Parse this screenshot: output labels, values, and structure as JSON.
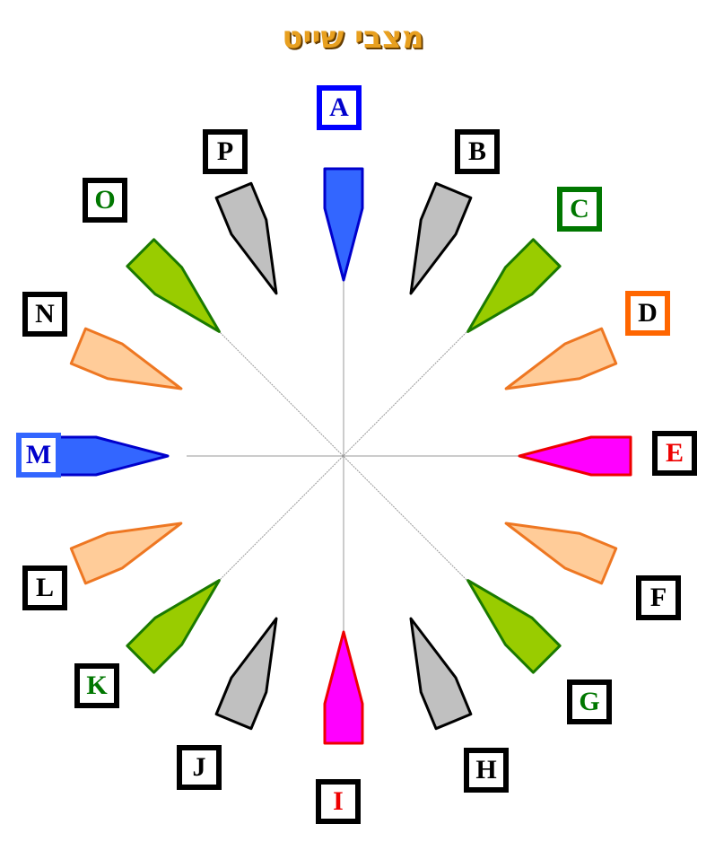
{
  "title": "מצבי שייט",
  "colors": {
    "blue": "#3366ff",
    "gray": "#c0c0c0",
    "green": "#99cc00",
    "orange": "#ffcc99",
    "magenta": "#ff00ff",
    "label_black": "#000000",
    "label_blue": "#0000cc",
    "label_green": "#007700",
    "label_red": "#ee0000"
  },
  "positions": [
    {
      "letter": "A",
      "hull_color": "blue",
      "text_color": "label_blue",
      "border_color": "#0000ff"
    },
    {
      "letter": "B",
      "hull_color": "gray",
      "text_color": "label_black",
      "border_color": "#000000"
    },
    {
      "letter": "C",
      "hull_color": "green",
      "text_color": "label_green",
      "border_color": "#007700"
    },
    {
      "letter": "D",
      "hull_color": "orange",
      "text_color": "label_black",
      "border_color": "#ff6600"
    },
    {
      "letter": "E",
      "hull_color": "magenta",
      "text_color": "label_red",
      "border_color": "#000000"
    },
    {
      "letter": "F",
      "hull_color": "orange",
      "text_color": "label_black",
      "border_color": "#000000"
    },
    {
      "letter": "G",
      "hull_color": "green",
      "text_color": "label_green",
      "border_color": "#000000"
    },
    {
      "letter": "H",
      "hull_color": "gray",
      "text_color": "label_black",
      "border_color": "#000000"
    },
    {
      "letter": "I",
      "hull_color": "magenta",
      "text_color": "label_red",
      "border_color": "#000000"
    },
    {
      "letter": "J",
      "hull_color": "gray",
      "text_color": "label_black",
      "border_color": "#000000"
    },
    {
      "letter": "K",
      "hull_color": "green",
      "text_color": "label_green",
      "border_color": "#000000"
    },
    {
      "letter": "L",
      "hull_color": "orange",
      "text_color": "label_black",
      "border_color": "#000000"
    },
    {
      "letter": "M",
      "hull_color": "blue",
      "text_color": "label_blue",
      "border_color": "#3366ff"
    },
    {
      "letter": "N",
      "hull_color": "orange",
      "text_color": "label_black",
      "border_color": "#000000"
    },
    {
      "letter": "O",
      "hull_color": "green",
      "text_color": "label_green",
      "border_color": "#000000"
    },
    {
      "letter": "P",
      "hull_color": "gray",
      "text_color": "label_black",
      "border_color": "#000000"
    }
  ]
}
